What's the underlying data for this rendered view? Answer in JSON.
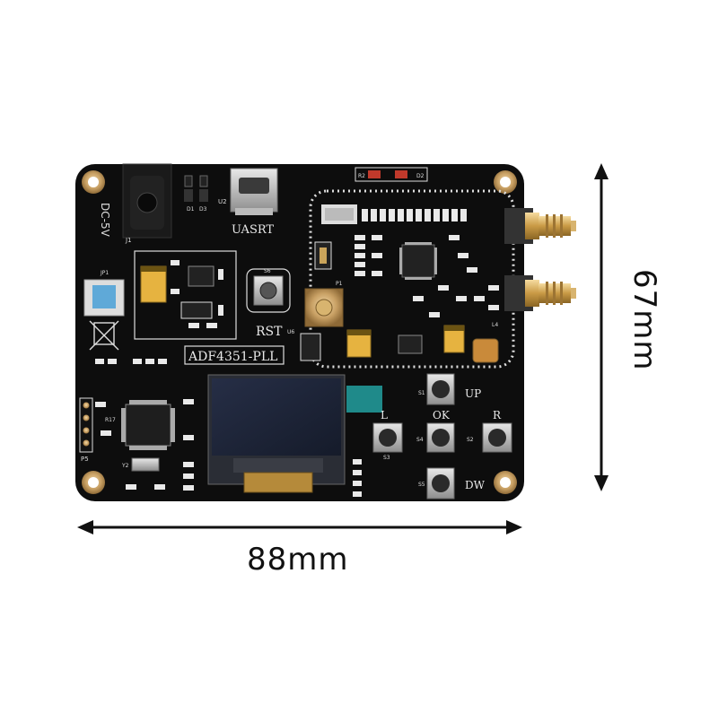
{
  "dimensions": {
    "width_label": "88mm",
    "height_label": "67mm"
  },
  "board": {
    "model_label": "ADF4351-PLL",
    "power_label": "DC-5V",
    "usb_label": "UASRT",
    "reset_label": "RST",
    "buttons": {
      "up": "UP",
      "left": "L",
      "ok": "OK",
      "right": "R",
      "down": "DW"
    },
    "refs": {
      "j1": "J1",
      "u2": "U2",
      "d1": "D1",
      "d3": "D3",
      "d2": "D2",
      "r2": "R2",
      "jp1": "JP1",
      "p5": "P5",
      "s6": "S6",
      "s1": "S1",
      "s2": "S2",
      "s3": "S3",
      "s4": "S4",
      "s5": "S5",
      "u6": "U6",
      "y2": "Y2",
      "r17": "R17",
      "l4": "L4",
      "p1": "P1"
    },
    "colors": {
      "pcb": "#0d0d0d",
      "silk": "#e9e9e9",
      "gold": "#c8a064",
      "oled_glass": "#1d2436",
      "teal": "#1f8a8a",
      "switch": "#5fa9d8"
    }
  }
}
